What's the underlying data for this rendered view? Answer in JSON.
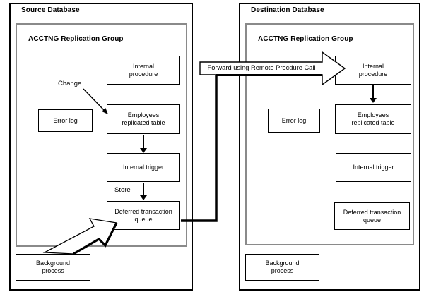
{
  "diagram": {
    "source": {
      "title": "Source Database",
      "group_title": "ACCTNG Replication Group",
      "nodes": {
        "internal_procedure": "Internal\nprocedure",
        "error_log": "Error log",
        "employees_table": "Employees\nreplicated table",
        "internal_trigger": "Internal trigger",
        "deferred_queue": "Deferred transaction\nqueue",
        "background_process": "Background\nprocess"
      },
      "labels": {
        "change": "Change",
        "store": "Store"
      }
    },
    "destination": {
      "title": "Destination Database",
      "group_title": "ACCTNG Replication Group",
      "nodes": {
        "internal_procedure": "Internal\nprocedure",
        "error_log": "Error log",
        "employees_table": "Employees\nreplicated table",
        "internal_trigger": "Internal trigger",
        "deferred_queue": "Deferred transaction\nqueue",
        "background_process": "Background\nprocess"
      }
    },
    "flow_label": "Forward using Remote Procdure Call",
    "colors": {
      "background": "#ffffff",
      "line": "#000000",
      "group_border": "#8a8a8a"
    }
  }
}
